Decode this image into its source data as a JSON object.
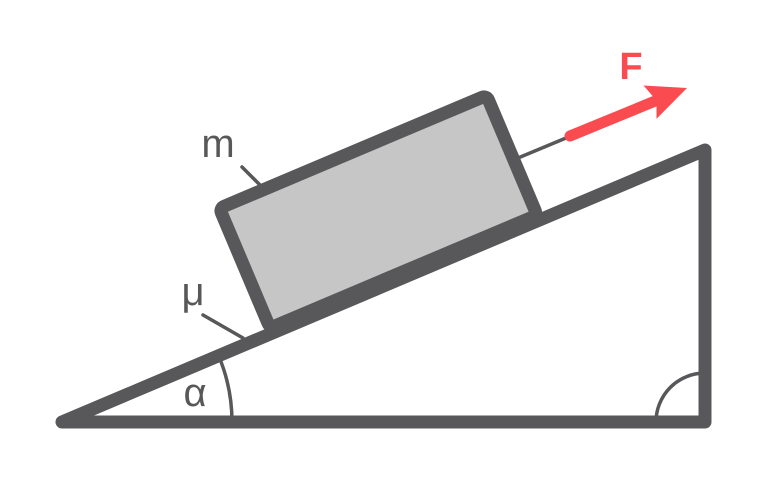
{
  "diagram": {
    "type": "physics-inclined-plane-diagram",
    "labels": {
      "mass": "m",
      "friction_coefficient": "μ",
      "incline_angle": "α",
      "applied_force": "F"
    },
    "colors": {
      "outline": "#58585A",
      "block_fill": "#C6C6C6",
      "force_arrow": "#FA4B50",
      "background": "#FFFFFF"
    }
  }
}
